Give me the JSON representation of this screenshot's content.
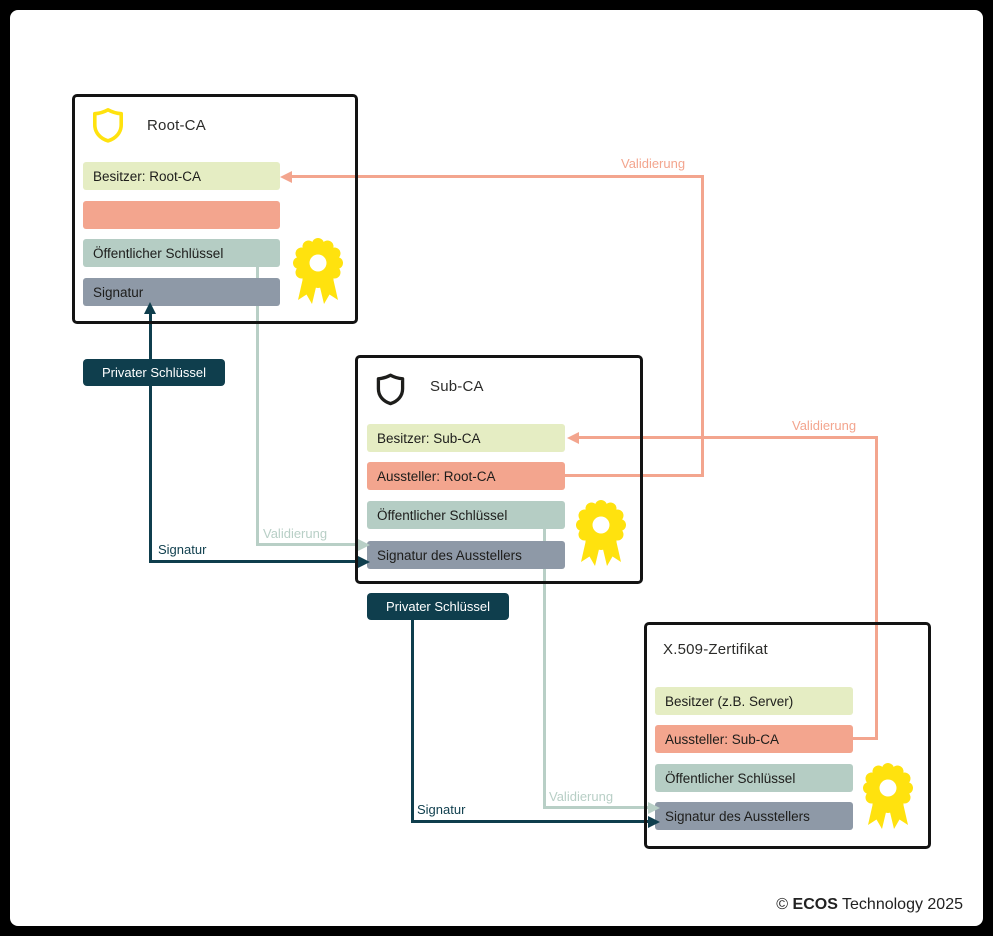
{
  "palette": {
    "owner_row": "#e5edc3",
    "issuer_row": "#f3a58e",
    "public_key_row": "#b5cdc4",
    "signature_row": "#8e99a7",
    "private_key_pill": "#0f3e4d",
    "seal_yellow": "#ffe20e",
    "validation_arrow_salmon": "#f3a58e",
    "validation_arrow_green": "#b8cfc6",
    "signature_arrow_teal": "#0f3e4d",
    "box_border": "#131313"
  },
  "icons": {
    "root_shield": "shield-icon",
    "sub_shield": "shield-icon",
    "root_seal": "award-seal-icon",
    "sub_seal": "award-seal-icon",
    "x509_seal": "award-seal-icon"
  },
  "certificates": {
    "root": {
      "title": "Root-CA",
      "rows": [
        {
          "label": "Besitzer: Root-CA"
        },
        {
          "label": ""
        },
        {
          "label": "Öffentlicher Schlüssel"
        },
        {
          "label": "Signatur"
        }
      ]
    },
    "sub": {
      "title": "Sub-CA",
      "rows": [
        {
          "label": "Besitzer: Sub-CA"
        },
        {
          "label": "Aussteller: Root-CA"
        },
        {
          "label": "Öffentlicher Schlüssel"
        },
        {
          "label": "Signatur des Ausstellers"
        }
      ]
    },
    "x509": {
      "title": "X.509-Zertifikat",
      "rows": [
        {
          "label": "Besitzer (z.B. Server)"
        },
        {
          "label": "Aussteller: Sub-CA"
        },
        {
          "label": "Öffentlicher Schlüssel"
        },
        {
          "label": "Signatur des Ausstellers"
        }
      ]
    }
  },
  "private_keys": {
    "root": {
      "label": "Privater Schlüssel"
    },
    "sub": {
      "label": "Privater Schlüssel"
    }
  },
  "edge_labels": {
    "validation_sub_to_root": "Validierung",
    "validation_x509_to_sub": "Validierung",
    "validation_root_pubkey_to_sub_signature": "Validierung",
    "validation_sub_pubkey_to_x509_signature": "Validierung",
    "signature_root_key": "Signatur",
    "signature_sub_key": "Signatur"
  },
  "footer": {
    "prefix": "© ",
    "brand": "ECOS",
    "suffix": " Technology 2025"
  }
}
